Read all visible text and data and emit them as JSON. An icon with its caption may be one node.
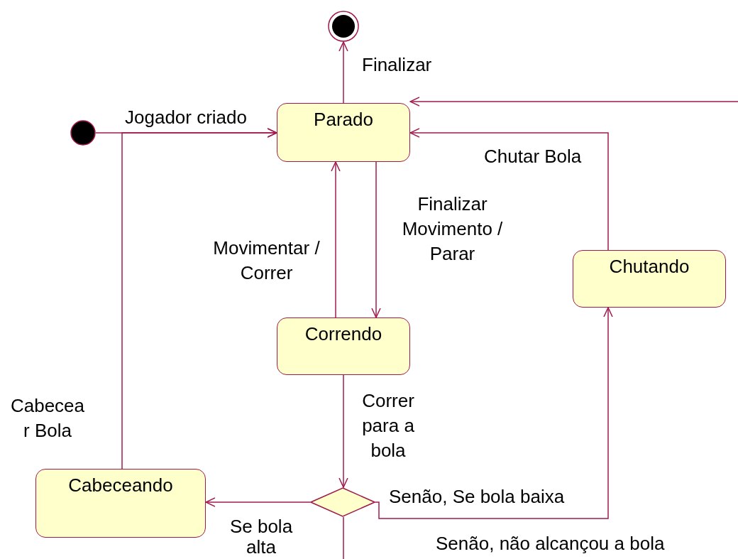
{
  "diagram": {
    "nodes": [
      {
        "text": [],
        "shape": "bullseye"
      },
      {
        "text": [],
        "shape": "circle"
      },
      {
        "text": [
          "Parado"
        ]
      },
      {
        "text": [
          "Chutando"
        ]
      },
      {
        "text": [
          "Correndo"
        ]
      },
      {
        "text": [
          "Cabeceando"
        ]
      },
      {
        "text": [],
        "shape": "diamond"
      }
    ],
    "edges": [
      {
        "from": 2,
        "to": 0,
        "arrow": "to",
        "label": "Finalizar"
      },
      {
        "from": 1,
        "to": 2,
        "arrow": "to",
        "label": "Jogador criado"
      },
      {
        "from": 5,
        "to": 2,
        "arrow": "to",
        "label": "Cabecear Bola"
      },
      {
        "from": 4,
        "to": 2,
        "arrow": "to",
        "label": "Movimentar / Correr"
      },
      {
        "from": 2,
        "to": 4,
        "arrow": "to",
        "label": "Finalizar Movimento / Parar"
      },
      {
        "from": 3,
        "to": 2,
        "arrow": "to",
        "label": "Chutar Bola"
      },
      {
        "from": 4,
        "to": 6,
        "arrow": "to",
        "label": "Correr para a bola"
      },
      {
        "from": 6,
        "to": 5,
        "arrow": "to",
        "label": "Se bola alta"
      },
      {
        "from": 6,
        "to": 3,
        "arrow": "to",
        "label": "Senão, Se bola baixa"
      },
      {
        "from": 6,
        "to": 2,
        "arrow": "to",
        "label": "Senão, não alcançou a bola"
      }
    ]
  }
}
